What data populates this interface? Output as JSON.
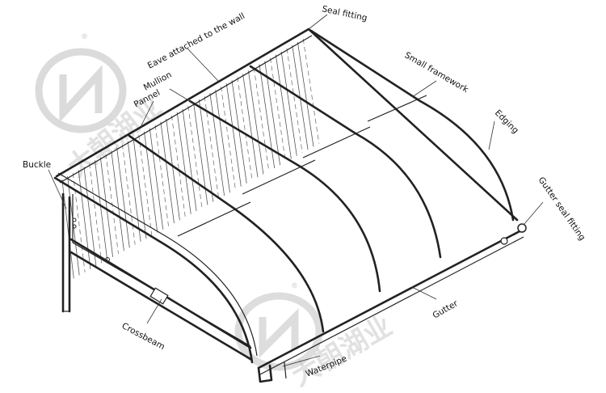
{
  "labels": {
    "seal_fitting": "Seal fitting",
    "eave": "Eave attached to the wall",
    "small_framework": "Small framework",
    "mullion": "Mullion",
    "pannel": "Pannel",
    "edging": "Edging",
    "buckle": "Buckle",
    "gutter_seal_fitting": "Gutter seal fitting",
    "gutter": "Gutter",
    "crossbeam": "Crossbeam",
    "waterpipe": "Waterpipe"
  },
  "watermark": {
    "text": "大朝湖业",
    "registered": "®"
  },
  "colors": {
    "line": "#222222",
    "watermark": "#c9c9c9",
    "background": "#ffffff"
  }
}
